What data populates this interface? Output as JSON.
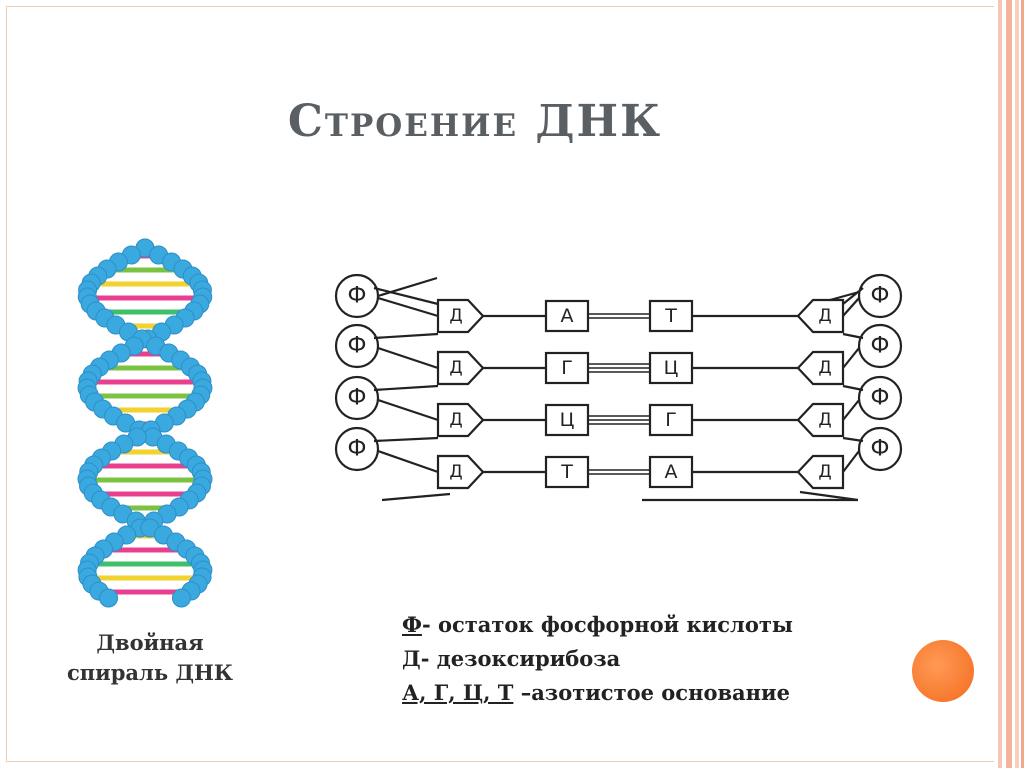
{
  "slide": {
    "title": "Строение ДНК",
    "helix_caption_line1": "Двойная",
    "helix_caption_line2": "спираль ДНК"
  },
  "scheme": {
    "phosphate_label": "Ф",
    "sugar_label": "Д",
    "left_bases": [
      "А",
      "Г",
      "Ц",
      "Т"
    ],
    "right_bases": [
      "Т",
      "Ц",
      "Г",
      "А"
    ],
    "bonds": [
      2,
      3,
      3,
      2
    ]
  },
  "legend": [
    {
      "key": "Ф",
      "text": "- остаток фосфорной кислоты"
    },
    {
      "key": "Д",
      "text": "- дезоксирибоза"
    },
    {
      "key": "А, Г, Ц, Т",
      "text": " –азотистое основание"
    }
  ],
  "colors": {
    "title": "#5a5f63",
    "accent_circle": "#f36b1e",
    "helix_backbone": "#3aa9e0"
  }
}
